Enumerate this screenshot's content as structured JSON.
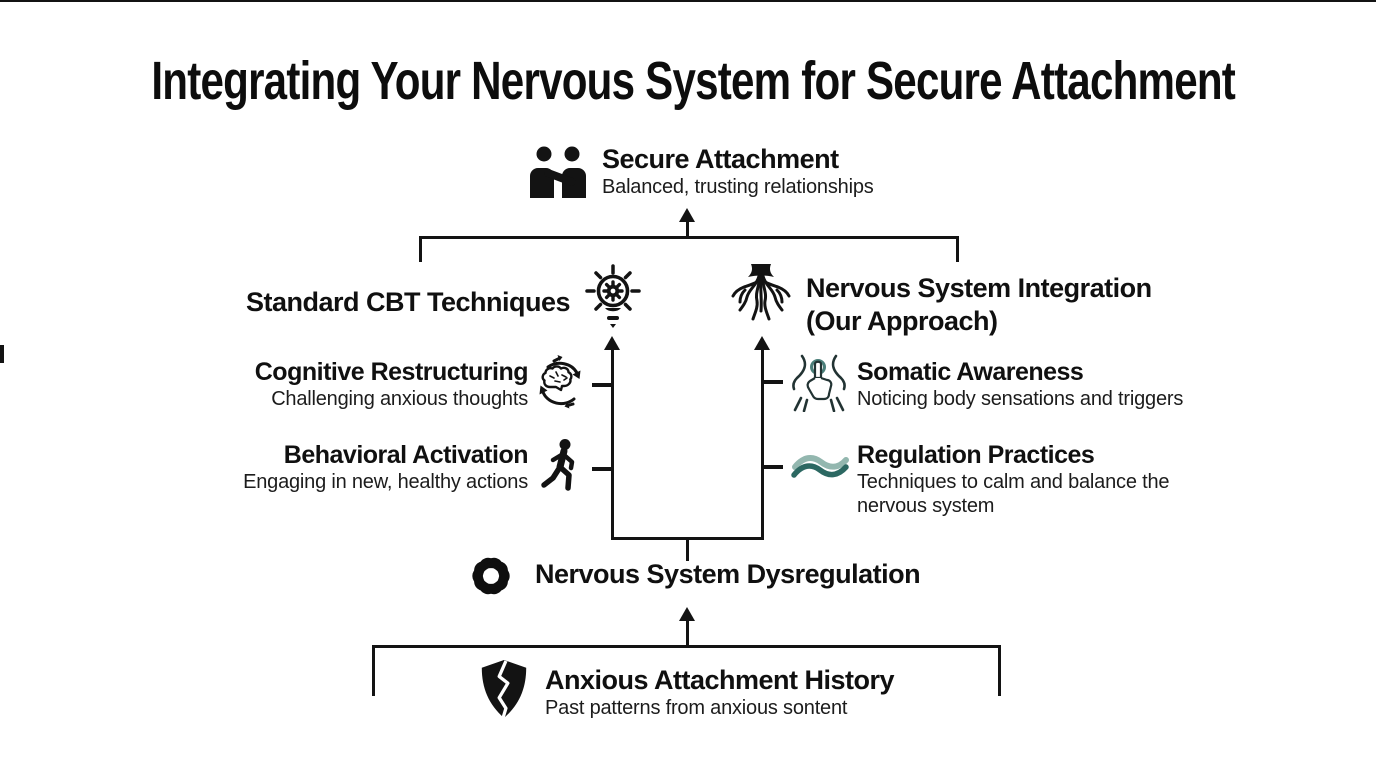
{
  "title": "Integrating Your Nervous System for Secure Attachment",
  "colors": {
    "ink": "#131313",
    "teal_dark": "#2c6862",
    "teal_light": "#93b7af"
  },
  "nodes": {
    "secure_attachment": {
      "icon": "people-handshake-icon",
      "title": "Secure Attachment",
      "subtitle": "Balanced, trusting relationships"
    },
    "standard_cbt": {
      "icon": "lightbulb-gear-icon",
      "title": "Standard CBT Techniques"
    },
    "nervous_system_integration": {
      "icon": "roots-icon",
      "title": "Nervous System Integration",
      "title2": "(Our Approach)"
    },
    "cognitive_restructuring": {
      "icon": "brain-cycle-icon",
      "title": "Cognitive Restructuring",
      "subtitle": "Challenging anxious thoughts"
    },
    "behavioral_activation": {
      "icon": "walking-person-icon",
      "title": "Behavioral Activation",
      "subtitle": "Engaging in new, healthy actions"
    },
    "somatic_awareness": {
      "icon": "body-touch-icon",
      "title": "Somatic Awareness",
      "subtitle": "Noticing body sensations and triggers"
    },
    "regulation_practices": {
      "icon": "waves-icon",
      "title": "Regulation Practices",
      "subtitle": "Techniques to calm and balance the nervous system"
    },
    "nervous_system_dysregulation": {
      "icon": "tangled-knot-icon",
      "title": "Nervous System Dysregulation"
    },
    "anxious_attachment_history": {
      "icon": "broken-shield-icon",
      "title": "Anxious Attachment History",
      "subtitle": "Past patterns from anxious sontent"
    }
  }
}
